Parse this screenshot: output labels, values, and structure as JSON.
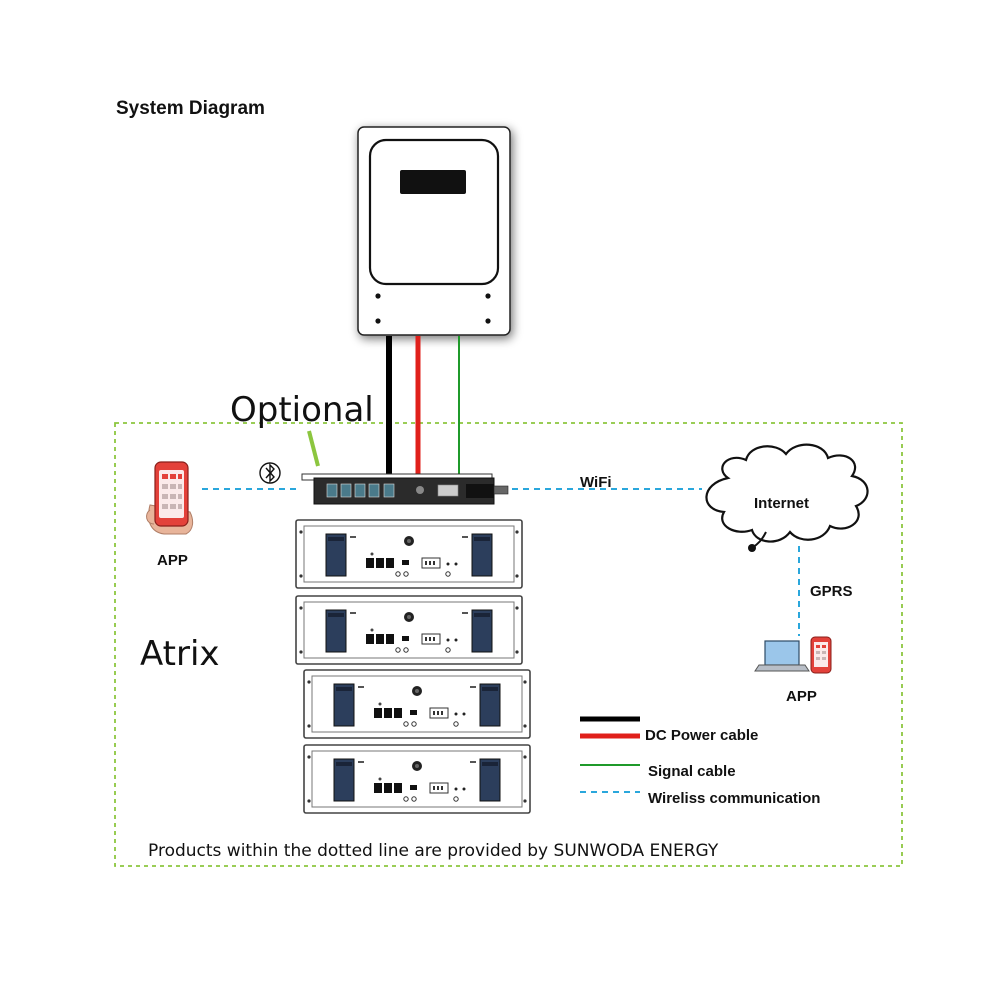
{
  "diagram": {
    "title": "System Diagram",
    "optional_label": "Optional",
    "product_label": "Atrix",
    "wifi_label": "WiFi",
    "internet_label": "Internet",
    "gprs_label": "GPRS",
    "app_left_label": "APP",
    "app_right_label": "APP",
    "footer_note": "Products within the dotted line are provided by SUNWODA ENERGY",
    "battery_module_count": 4
  },
  "legend": {
    "items": [
      {
        "label": "DC Power cable",
        "color": "#000000"
      },
      {
        "label": "DC Power cable",
        "color": "#e0201b"
      },
      {
        "label": "Signal cable",
        "color": "#1f9a2a"
      },
      {
        "label": "Wireliss communication",
        "color": "#2aa7dc"
      }
    ]
  },
  "colors": {
    "dc_negative": "#000000",
    "dc_positive": "#e0201b",
    "signal": "#1f9a2a",
    "wireless": "#2aa7dc",
    "boundary": "#8cc63f",
    "optional_pointer": "#8cc63f"
  }
}
